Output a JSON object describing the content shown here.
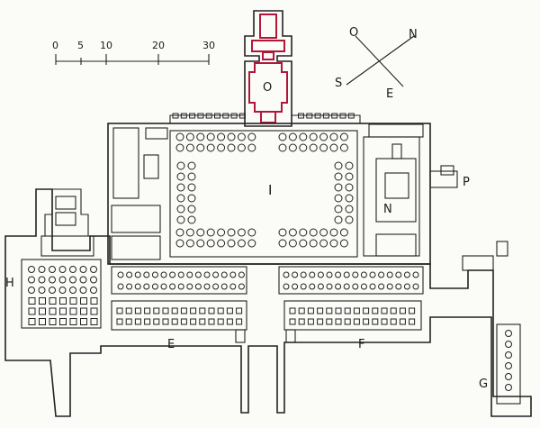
{
  "scale_bar": {
    "ticks": [
      "0",
      "5",
      "10",
      "20",
      "30"
    ]
  },
  "compass": {
    "north": "N",
    "south": "S",
    "east": "E",
    "west": "O"
  },
  "area_labels": {
    "sanctuary": "O",
    "court": "I",
    "north_wing": "N",
    "annex_p": "P",
    "west_court": "H",
    "hall_e": "E",
    "hall_f": "F",
    "annex_g": "G"
  },
  "colors": {
    "ink": "#222222",
    "highlight": "#b0183a",
    "paper": "#fbfbf8"
  }
}
